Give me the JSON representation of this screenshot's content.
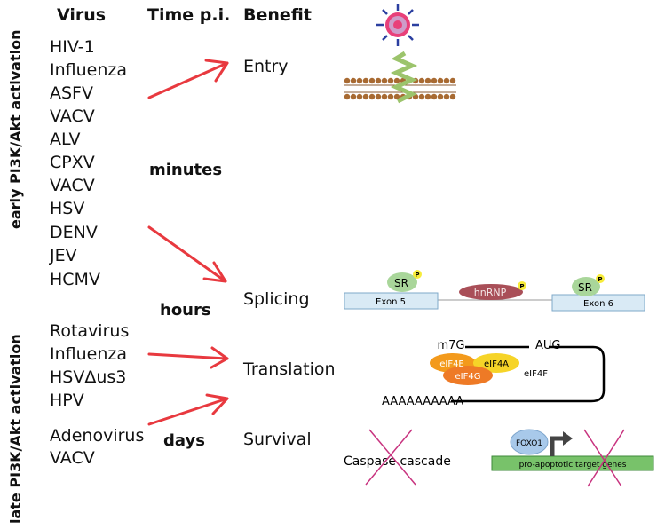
{
  "headers": {
    "virus": "Virus",
    "time": "Time p.i.",
    "benefit": "Benefit"
  },
  "side_labels": {
    "early": "early PI3K/Akt activation",
    "late": "late PI3K/Akt activation"
  },
  "early_viruses": [
    "HIV-1",
    "Influenza",
    "ASFV",
    "VACV",
    "ALV",
    "CPXV",
    "VACV",
    "HSV",
    "DENV",
    "JEV",
    "HCMV"
  ],
  "late_viruses": [
    "Rotavirus",
    "Influenza",
    "HSVΔus3",
    "HPV",
    "Adenovirus",
    "VACV"
  ],
  "times": {
    "minutes": "minutes",
    "hours": "hours",
    "days": "days"
  },
  "benefits": {
    "entry": "Entry",
    "splicing": "Splicing",
    "translation": "Translation",
    "survival": "Survival"
  },
  "splicing": {
    "exon5": "Exon 5",
    "exon6": "Exon 6",
    "sr": "SR",
    "hnrnp": "hnRNP",
    "phospho": "P"
  },
  "translation": {
    "cap": "m7G",
    "start": "AUG",
    "polya": "AAAAAAAAAA",
    "eif4e": "eIF4E",
    "eif4a": "eIF4A",
    "eif4g": "eIF4G",
    "eif4f": "eIF4F"
  },
  "survival": {
    "caspase": "Caspase cascade",
    "foxo1": "FOXO1",
    "targets": "pro-apoptotic target genes"
  },
  "colors": {
    "arrow": "#e8393f",
    "cross": "#c8337f",
    "exon": "#d9eaf5",
    "sr": "#a9d69a",
    "hnrnp": "#a94f58",
    "eif4e": "#f39a1c",
    "eif4a": "#f6d428",
    "eif4g": "#ee7a26",
    "gene_bar": "#78c26a",
    "foxo1": "#a8c9ea",
    "membrane": "#a86a32",
    "receptor": "#9cc46c",
    "virion": "#e8407a",
    "spike": "#2b3fa0"
  }
}
